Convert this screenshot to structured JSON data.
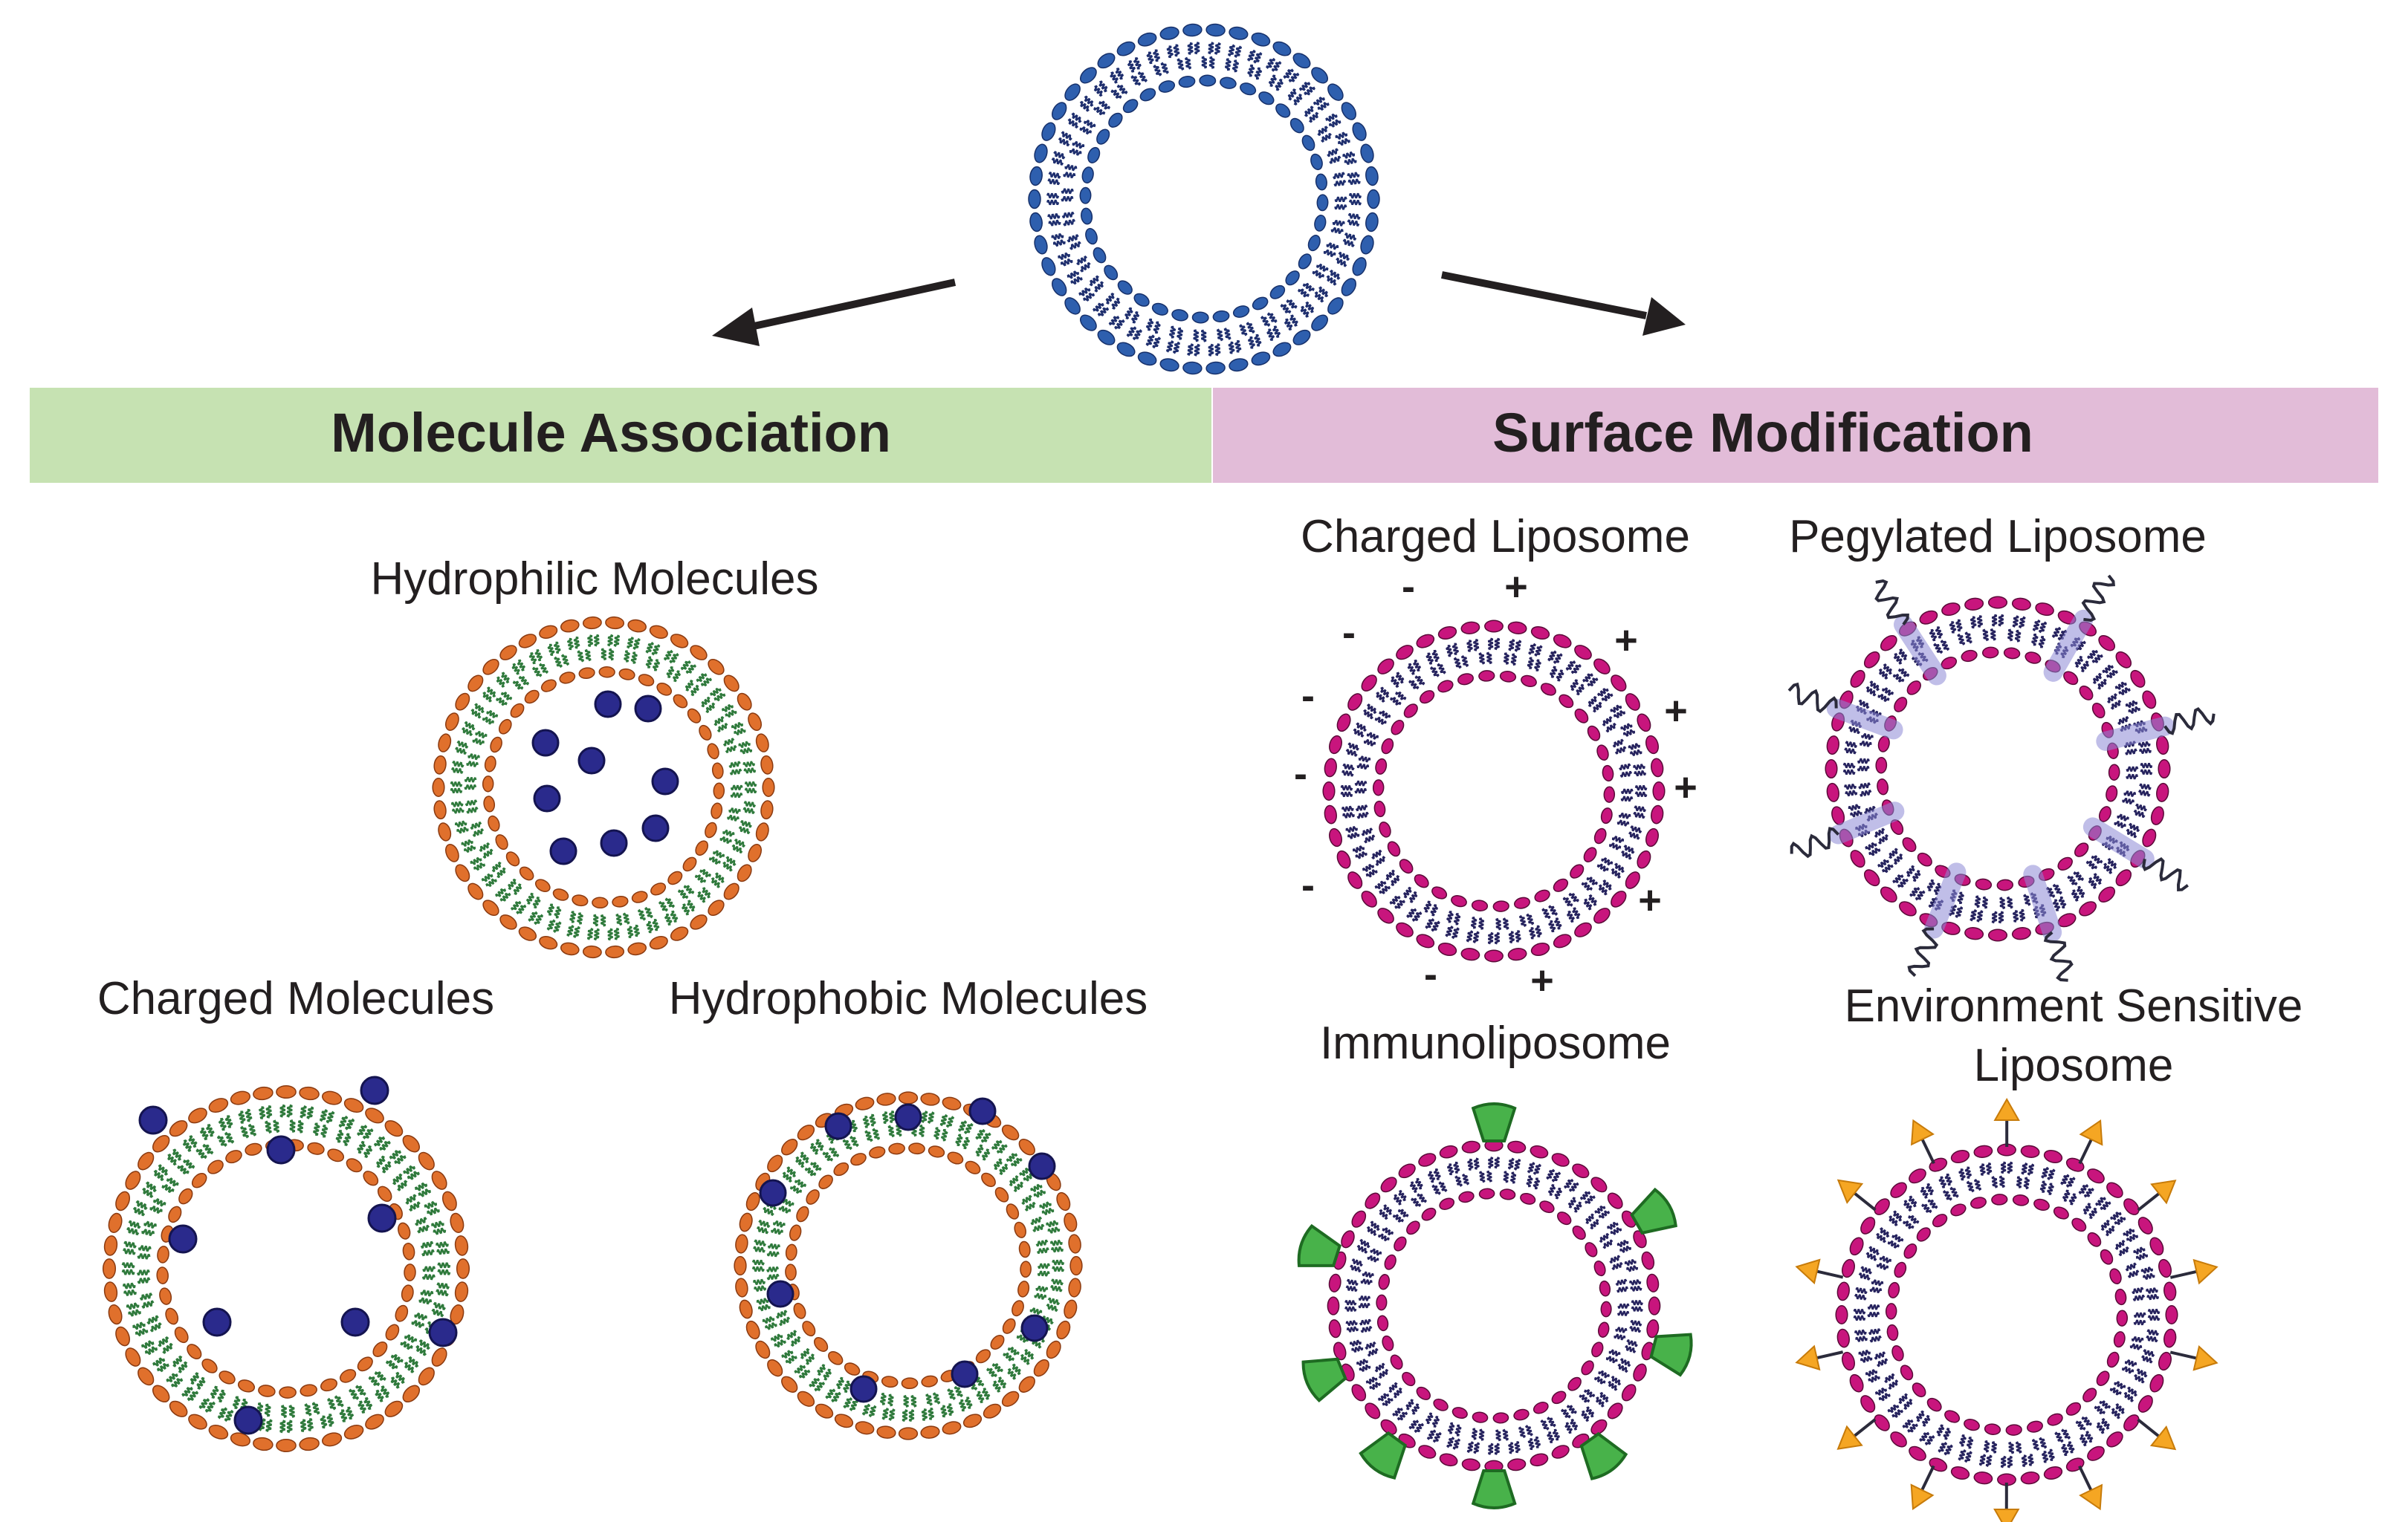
{
  "headers": {
    "left": "Molecule Association",
    "right": "Surface Modification"
  },
  "labels": {
    "hydrophilic": "Hydrophilic Molecules",
    "charged_molecules": "Charged Molecules",
    "hydrophobic": "Hydrophobic Molecules",
    "charged_liposome": "Charged Liposome",
    "pegylated": "Pegylated Liposome",
    "immunoliposome": "Immunoliposome",
    "environment_line1": "Environment Sensitive",
    "environment_line2": "Liposome"
  },
  "charges": {
    "negative": "-",
    "positive": "+"
  },
  "colors": {
    "left_band": "#c6e2b2",
    "right_band": "#e2bcd8",
    "blue_head": "#2e5fae",
    "blue_tail": "#1f2f6e",
    "orange_head": "#e0702c",
    "green_tail": "#2f7a3c",
    "magenta_head": "#c8157d",
    "navy_tail": "#26235e",
    "molecule": "#2a2a8c",
    "antibody": "#48b24a",
    "trigger": "#f5a623",
    "arrow": "#231f20"
  },
  "icons": {
    "arrow_left": "arrow-left-down-icon",
    "arrow_right": "arrow-right-down-icon",
    "liposome": "liposome-bilayer-icon",
    "molecule": "molecule-dot-icon",
    "antibody": "antibody-icon",
    "peg": "peg-chain-icon",
    "trigger": "trigger-triangle-icon"
  }
}
